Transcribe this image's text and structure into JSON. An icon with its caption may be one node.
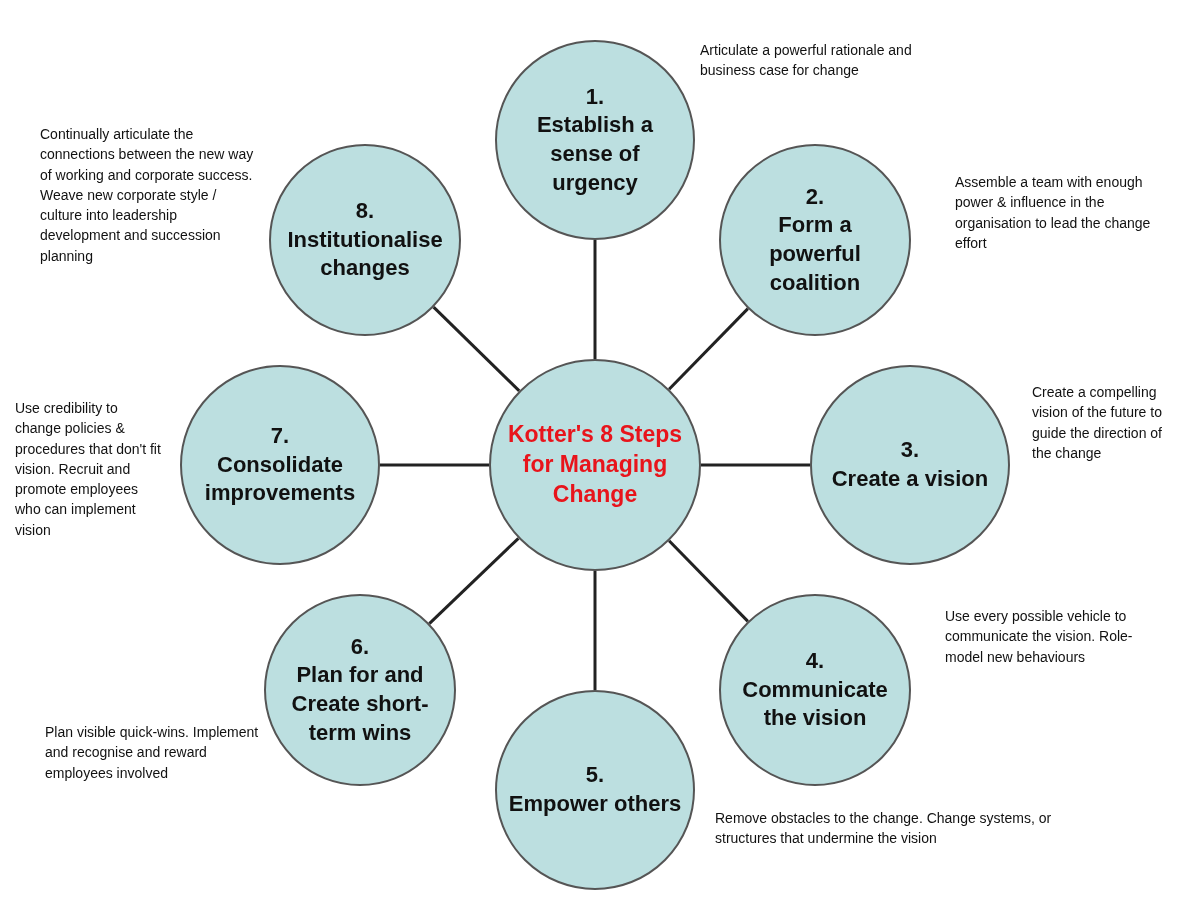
{
  "diagram": {
    "nodes": [
      {
        "text": [
          "Kotter's 8 Steps for Managing Change"
        ]
      },
      {
        "text": [
          "1.",
          "Establish a sense of urgency"
        ],
        "beside": [
          "Articulate a powerful rationale and business case for change"
        ]
      },
      {
        "text": [
          "2.",
          "Form a powerful coalition"
        ],
        "beside": [
          "Assemble a team with enough power & influence in the organisation to lead the change effort"
        ]
      },
      {
        "text": [
          "3.",
          "Create a vision"
        ],
        "beside": [
          "Create a compelling vision of the future to guide the direction of the change"
        ]
      },
      {
        "text": [
          "4.",
          "Communicate the vision"
        ],
        "beside": [
          "Use every possible vehicle to communicate the vision. Role-model new behaviours"
        ]
      },
      {
        "text": [
          "5.",
          "Empower others"
        ],
        "beside": [
          "Remove obstacles to the change. Change systems, or structures that undermine the vision"
        ]
      },
      {
        "text": [
          "6.",
          "Plan for and Create short-term wins"
        ],
        "beside": [
          "Plan visible quick-wins. Implement and recognise and reward employees involved"
        ]
      },
      {
        "text": [
          "7.",
          "Consolidate improvements"
        ],
        "beside": [
          "Use credibility to change policies & procedures that don't fit vision. Recruit and promote employees who can implement vision"
        ]
      },
      {
        "text": [
          "8.",
          "Institutionalise changes"
        ],
        "beside": [
          "Continually articulate the connections between the new way of working and corporate success. Weave new corporate style / culture into leadership development and succession planning"
        ]
      }
    ],
    "edges": [
      {
        "from": 0,
        "to": 1,
        "arrow": "none"
      },
      {
        "from": 0,
        "to": 2,
        "arrow": "none"
      },
      {
        "from": 0,
        "to": 3,
        "arrow": "none"
      },
      {
        "from": 0,
        "to": 4,
        "arrow": "none"
      },
      {
        "from": 0,
        "to": 5,
        "arrow": "none"
      },
      {
        "from": 0,
        "to": 6,
        "arrow": "none"
      },
      {
        "from": 0,
        "to": 7,
        "arrow": "none"
      },
      {
        "from": 0,
        "to": 8,
        "arrow": "none"
      }
    ]
  }
}
